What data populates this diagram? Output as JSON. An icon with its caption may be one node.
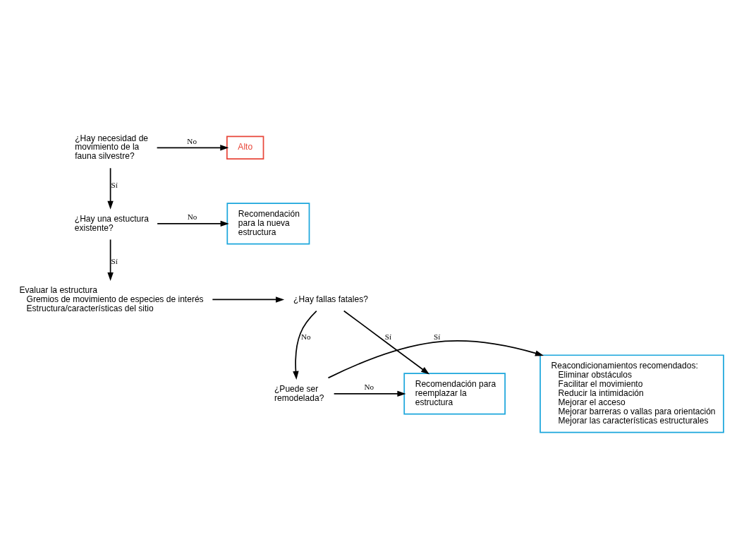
{
  "diagram": {
    "nodes": [
      {
        "text": [
          "¿Hay necesidad de movimiento de la fauna silvestre?"
        ]
      },
      {
        "text": [
          "Alto"
        ]
      },
      {
        "text": [
          "¿Hay una estuctura existente?"
        ]
      },
      {
        "text": [
          "Recomendación para la nueva estructura"
        ]
      },
      {
        "text": [
          "Evaluar la estructura",
          "Gremios de movimiento de especies de interés",
          "Estructura/características del sitio"
        ]
      },
      {
        "text": [
          "¿Hay fallas fatales?"
        ]
      },
      {
        "text": [
          "¿Puede ser remodelada?"
        ]
      },
      {
        "text": [
          "Reacondicionamientos recomendados:",
          "Eliminar obstáculos",
          "Facilitar el movimiento",
          "Reducir la intimidación",
          "Mejorar el acceso",
          "Mejorar barreras o vallas para orientación",
          "Mejorar las características estructurales"
        ]
      },
      {
        "text": [
          "Recomendación para reemplazar la estructura"
        ]
      }
    ],
    "edges": [
      {
        "from": 0,
        "to": 1,
        "arrow": "to",
        "label": "No"
      },
      {
        "from": 0,
        "to": 2,
        "arrow": "to",
        "label": "Sí"
      },
      {
        "from": 2,
        "to": 3,
        "arrow": "to",
        "label": "No"
      },
      {
        "from": 2,
        "to": 4,
        "arrow": "to",
        "label": "Sí"
      },
      {
        "from": 4,
        "to": 5,
        "arrow": "to"
      },
      {
        "from": 5,
        "to": 6,
        "arrow": "to",
        "label": "No"
      },
      {
        "from": 5,
        "to": 8,
        "arrow": "to",
        "label": "Sí"
      },
      {
        "from": 6,
        "to": 7,
        "arrow": "to",
        "label": "Sí"
      },
      {
        "from": 6,
        "to": 8,
        "arrow": "to",
        "label": "No"
      }
    ]
  }
}
